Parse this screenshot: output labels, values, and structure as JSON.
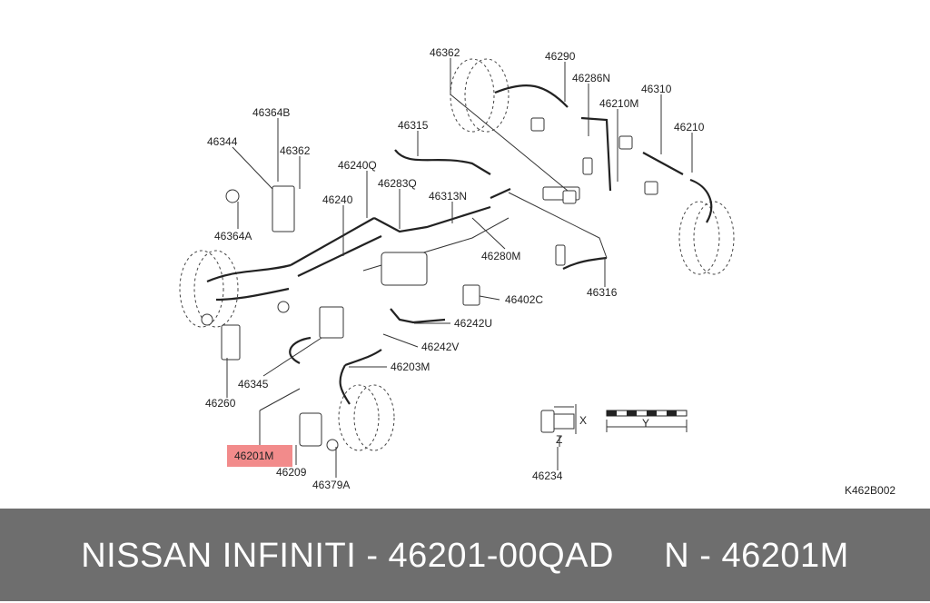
{
  "diagram": {
    "code": "K462B002",
    "highlight_color": "#f28b8b",
    "labels": {
      "l46362a": "46362",
      "l46290": "46290",
      "l46286n": "46286N",
      "l46310": "46310",
      "l46210m": "46210M",
      "l46210": "46210",
      "l46315": "46315",
      "l46364b": "46364B",
      "l46344": "46344",
      "l46362b": "46362",
      "l46240q": "46240Q",
      "l46240": "46240",
      "l46283q": "46283Q",
      "l46313n": "46313N",
      "l46364a": "46364A",
      "l46280m": "46280M",
      "l46316": "46316",
      "l46402c": "46402C",
      "l46242u": "46242U",
      "l46242v": "46242V",
      "l46203m": "46203M",
      "l46345": "46345",
      "l46260": "46260",
      "l46201m": "46201M",
      "l46209": "46209",
      "l46379a": "46379A",
      "l46234": "46234",
      "dim_x": "X",
      "dim_y": "Y",
      "dim_z": "Z"
    }
  },
  "footer": {
    "text": "NISSAN INFINITI - 46201-00QAD     N - 46201M",
    "bg_color": "#6e6e6e"
  }
}
